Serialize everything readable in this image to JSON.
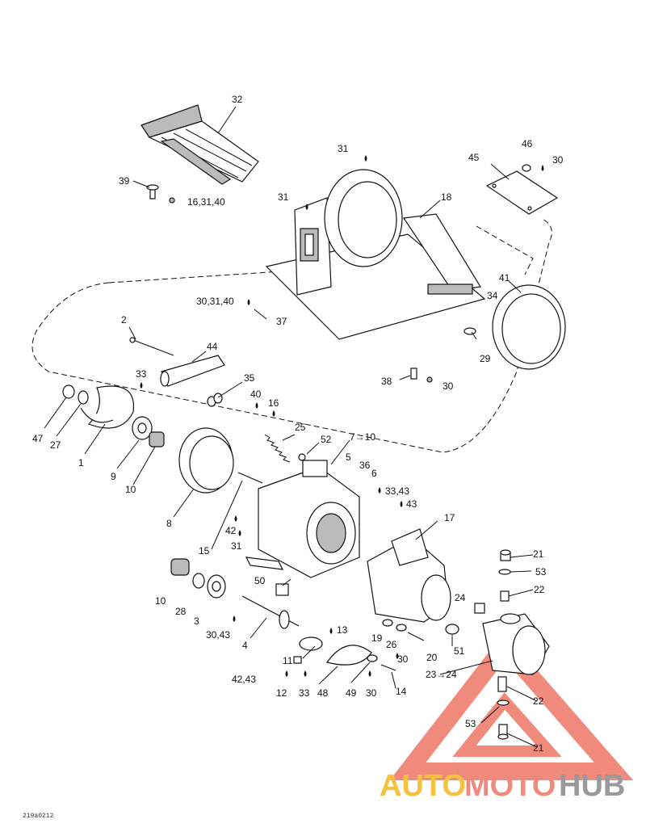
{
  "diagram": {
    "labels": {
      "l32": "32",
      "l39": "39",
      "l16_31_40": "16,31,40",
      "l31a": "31",
      "l31b": "31",
      "l18": "18",
      "l46": "46",
      "l30a": "30",
      "l45": "45",
      "l41": "41",
      "l34": "34",
      "l30_31_40": "30,31,40",
      "l37": "37",
      "l29": "29",
      "l38": "38",
      "l30b": "30",
      "l2": "2",
      "l44": "44",
      "l33a": "33",
      "l35": "35",
      "l40": "40",
      "l16": "16",
      "l25": "25",
      "l52": "52",
      "l7_10": "7→10",
      "l5": "5",
      "l36": "36",
      "l6": "6",
      "l33_43": "33,43",
      "l43": "43",
      "l47": "47",
      "l27": "27",
      "l1": "1",
      "l9": "9",
      "l10a": "10",
      "l8": "8",
      "l42": "42",
      "l31c": "31",
      "l15": "15",
      "l17": "17",
      "l21a": "21",
      "l53a": "53",
      "l22a": "22",
      "l24": "24",
      "l10b": "10",
      "l28": "28",
      "l3": "3",
      "l50": "50",
      "l30_43": "30,43",
      "l4": "4",
      "l13": "13",
      "l19": "19",
      "l26": "26",
      "l20": "20",
      "l51": "51",
      "l30c": "30",
      "l11": "11",
      "l42_43": "42,43",
      "l12": "12",
      "l33b": "33",
      "l48": "48",
      "l49": "49",
      "l30d": "30",
      "l14": "14",
      "l23_24": "23→24",
      "l22b": "22",
      "l53b": "53",
      "l21b": "21"
    },
    "code": "219a0212"
  },
  "watermark": {
    "part1": "AUTO",
    "part2": "MOTO",
    "part3": "HUB",
    "color_a": "#f6c23e",
    "color_b": "#f08a7c",
    "color_c": "#9a9a9a"
  }
}
